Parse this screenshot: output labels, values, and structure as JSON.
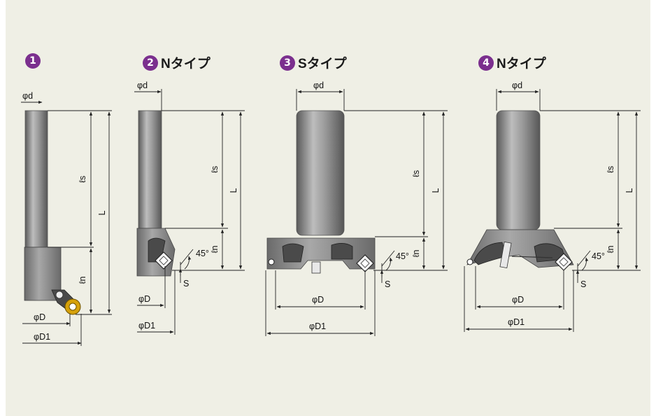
{
  "headers": [
    {
      "num": "1",
      "text": ""
    },
    {
      "num": "2",
      "text": "Nタイプ"
    },
    {
      "num": "3",
      "text": "Sタイプ"
    },
    {
      "num": "4",
      "text": "Nタイプ"
    }
  ],
  "labels": {
    "d": "φd",
    "ls": "ℓs",
    "L": "L",
    "ln": "ℓn",
    "D": "φD",
    "D1": "φD1",
    "angle": "45°",
    "S": "S"
  }
}
